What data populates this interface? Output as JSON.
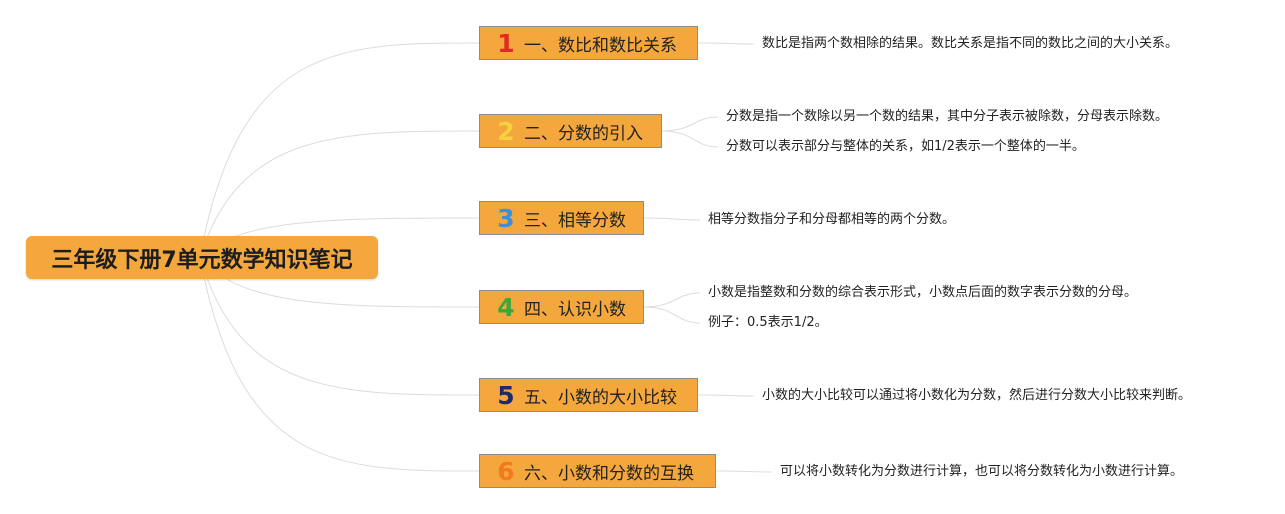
{
  "root": {
    "title": "三年级下册7单元数学知识笔记"
  },
  "branches": [
    {
      "number": "1",
      "label": "一、数比和数比关系",
      "color": "#e02b20",
      "notes": [
        "数比是指两个数相除的结果。数比关系是指不同的数比之间的大小关系。"
      ]
    },
    {
      "number": "2",
      "label": "二、分数的引入",
      "color": "#f7d23e",
      "notes": [
        "分数是指一个数除以另一个数的结果，其中分子表示被除数，分母表示除数。",
        "分数可以表示部分与整体的关系，如1/2表示一个整体的一半。"
      ]
    },
    {
      "number": "3",
      "label": "三、相等分数",
      "color": "#3d8fd6",
      "notes": [
        "相等分数指分子和分母都相等的两个分数。"
      ]
    },
    {
      "number": "4",
      "label": "四、认识小数",
      "color": "#3aa83a",
      "notes": [
        "小数是指整数和分数的综合表示形式，小数点后面的数字表示分数的分母。",
        "例子：0.5表示1/2。"
      ]
    },
    {
      "number": "5",
      "label": "五、小数的大小比较",
      "color": "#1f2a6b",
      "notes": [
        "小数的大小比较可以通过将小数化为分数，然后进行分数大小比较来判断。"
      ]
    },
    {
      "number": "6",
      "label": "六、小数和分数的互换",
      "color": "#f07a1c",
      "notes": [
        "可以将小数转化为分数进行计算，也可以将分数转化为小数进行计算。"
      ]
    }
  ],
  "colors": {
    "accent": "#f3a73d",
    "connector": "#dcdcdc"
  }
}
